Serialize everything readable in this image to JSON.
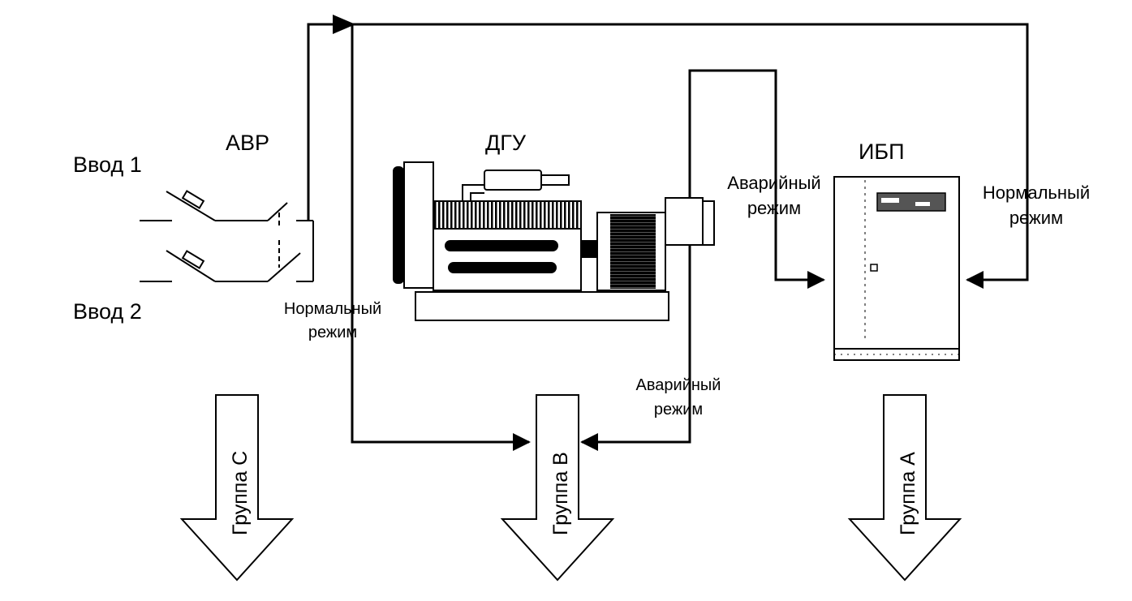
{
  "inputs": {
    "input1": "Ввод 1",
    "input2": "Ввод 2"
  },
  "ats_label": "АВР",
  "genset_label": "ДГУ",
  "ups_label": "ИБП",
  "modes": {
    "normal_ups": [
      "Нормальный",
      "режим"
    ],
    "emergency_ups": [
      "Аварийный",
      "режим"
    ],
    "normal_b": [
      "Нормальный",
      "режим"
    ],
    "emergency_b": [
      "Аварийный",
      "режим"
    ]
  },
  "groups": {
    "c": "Группа С",
    "b": "Группа В",
    "a": "Группа А"
  },
  "colors": {
    "line": "#000000",
    "background": "#ffffff"
  }
}
